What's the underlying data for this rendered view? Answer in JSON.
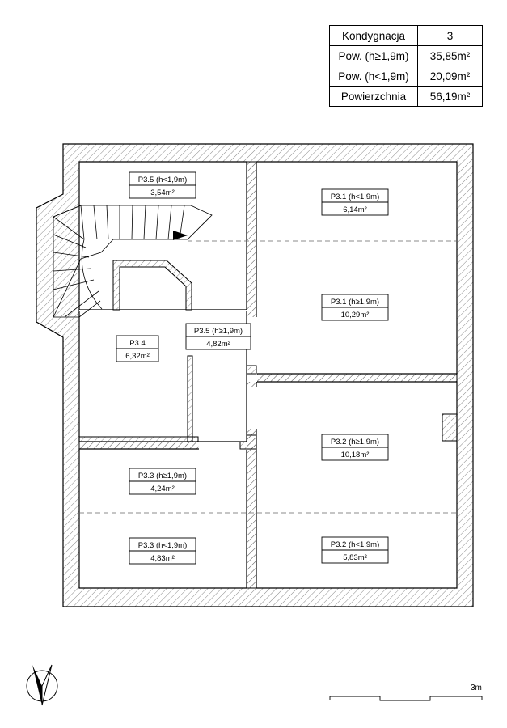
{
  "summary": {
    "rows": [
      {
        "label": "Kondygnacja",
        "value": "3"
      },
      {
        "label": "Pow. (h≥1,9m)",
        "value": "35,85m²"
      },
      {
        "label": "Pow. (h<1,9m)",
        "value": "20,09m²"
      },
      {
        "label": "Powierzchnia",
        "value": "56,19m²"
      }
    ]
  },
  "rooms": [
    {
      "name": "P3.5 (h<1,9m)",
      "area": "3,54m²"
    },
    {
      "name": "P3.1 (h<1,9m)",
      "area": "6,14m²"
    },
    {
      "name": "P3.1 (h≥1,9m)",
      "area": "10,29m²"
    },
    {
      "name": "P3.4",
      "area": "6,32m²"
    },
    {
      "name": "P3.5 (h≥1,9m)",
      "area": "4,82m²"
    },
    {
      "name": "P3.2 (h≥1,9m)",
      "area": "10,18m²"
    },
    {
      "name": "P3.3 (h≥1,9m)",
      "area": "4,24m²"
    },
    {
      "name": "P3.3 (h<1,9m)",
      "area": "4,83m²"
    },
    {
      "name": "P3.2 (h<1,9m)",
      "area": "5,83m²"
    }
  ],
  "scale_bar": {
    "label": "3m"
  },
  "north_arrow": {
    "icon": "north-arrow-icon"
  }
}
